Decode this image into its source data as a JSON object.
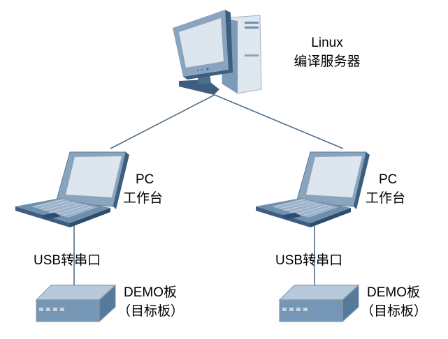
{
  "diagram": {
    "nodes": {
      "server": {
        "title": "Linux",
        "subtitle": "编译服务器",
        "icon": "desktop-computer-icon"
      },
      "workstation_left": {
        "title": "PC",
        "subtitle": "工作台",
        "icon": "laptop-icon"
      },
      "workstation_right": {
        "title": "PC",
        "subtitle": "工作台",
        "icon": "laptop-icon"
      },
      "board_left": {
        "title": "DEMO板",
        "subtitle": "（目标板）",
        "icon": "device-board-icon"
      },
      "board_right": {
        "title": "DEMO板",
        "subtitle": "（目标板）",
        "icon": "device-board-icon"
      }
    },
    "links": [
      {
        "from": "server",
        "to": "workstation_left",
        "label": ""
      },
      {
        "from": "server",
        "to": "workstation_right",
        "label": ""
      },
      {
        "from": "workstation_left",
        "to": "board_left",
        "label": "USB转串口"
      },
      {
        "from": "workstation_right",
        "to": "board_right",
        "label": "USB转串口"
      }
    ],
    "colors": {
      "line": "#4f6e8c",
      "device_dark": "#3d5e80",
      "device_mid": "#6f8fae",
      "device_light": "#b7c9da",
      "screen": "#dde5ee"
    }
  }
}
